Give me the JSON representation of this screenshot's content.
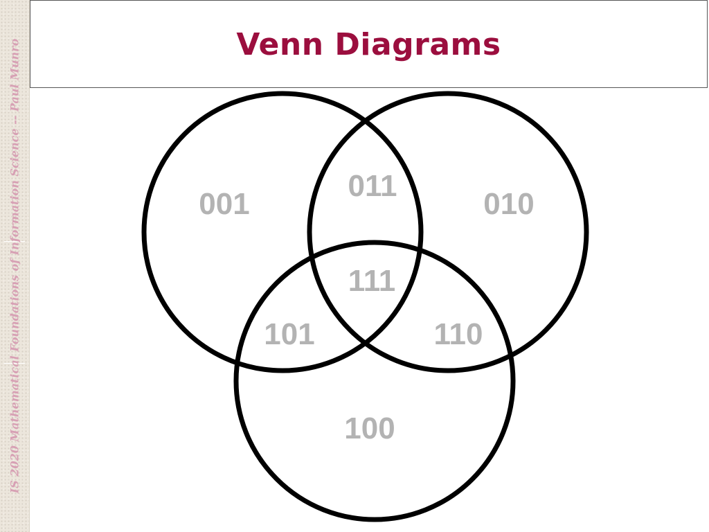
{
  "slide": {
    "title": "Venn Diagrams",
    "sidebar_text": "IS 2020 Mathematical Foundations of Information Science -- Paul Munro"
  },
  "venn": {
    "regions": {
      "r001": "001",
      "r010": "010",
      "r011": "011",
      "r111": "111",
      "r101": "101",
      "r110": "110",
      "r100": "100"
    }
  },
  "colors": {
    "title": "#9b0e3e",
    "sidebar_text": "#d7a0b4",
    "region_label": "#b3b3b3",
    "circle_stroke": "#000000"
  }
}
